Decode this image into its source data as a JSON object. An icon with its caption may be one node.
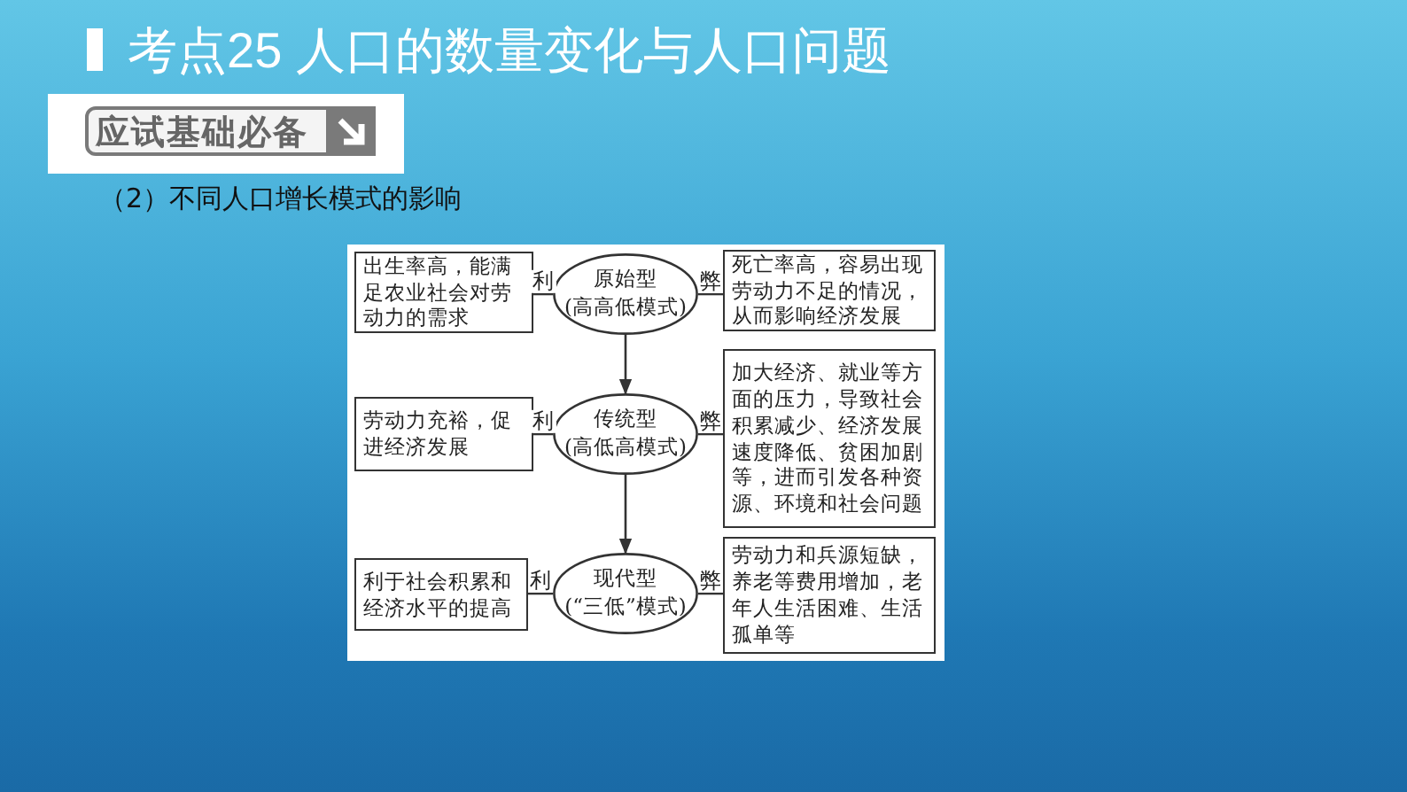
{
  "diagram": {
    "title": "考点25 人口的数量变化与人口问题",
    "nodes": [
      {
        "text": [
          "原始型",
          "(高高低模式)"
        ]
      },
      {
        "text": [
          "出生率高，能满足农业社会对劳动力的需求"
        ]
      },
      {
        "text": [
          "死亡率高，容易出现劳动力不足的情况，从而影响经济发展"
        ]
      },
      {
        "text": [
          "传统型",
          "(高低高模式)"
        ]
      },
      {
        "text": [
          "劳动力充裕，促进经济发展"
        ]
      },
      {
        "text": [
          "加大经济、就业等方面的压力，导致社会积累减少、经济发展速度降低、贫困加剧等，进而引发各种资源、环境和社会问题"
        ]
      },
      {
        "text": [
          "现代型",
          "(“三低”模式)"
        ]
      },
      {
        "text": [
          "利于社会积累和经济水平的提高"
        ]
      },
      {
        "text": [
          "劳动力和兵源短缺，养老等费用增加，老年人生活困难、生活孤单等"
        ]
      }
    ],
    "edges": [
      {
        "from": 0,
        "to": 1,
        "arrow": "none",
        "label": "利"
      },
      {
        "from": 0,
        "to": 2,
        "arrow": "none",
        "label": "弊"
      },
      {
        "from": 0,
        "to": 3,
        "arrow": "to"
      },
      {
        "from": 3,
        "to": 4,
        "arrow": "none",
        "label": "利"
      },
      {
        "from": 3,
        "to": 5,
        "arrow": "none",
        "label": "弊"
      },
      {
        "from": 3,
        "to": 6,
        "arrow": "to"
      },
      {
        "from": 6,
        "to": 7,
        "arrow": "none",
        "label": "利"
      },
      {
        "from": 6,
        "to": 8,
        "arrow": "none",
        "label": "弊"
      }
    ],
    "labels": [
      "应试基础必备",
      "（2）不同人口增长模式的影响"
    ]
  }
}
